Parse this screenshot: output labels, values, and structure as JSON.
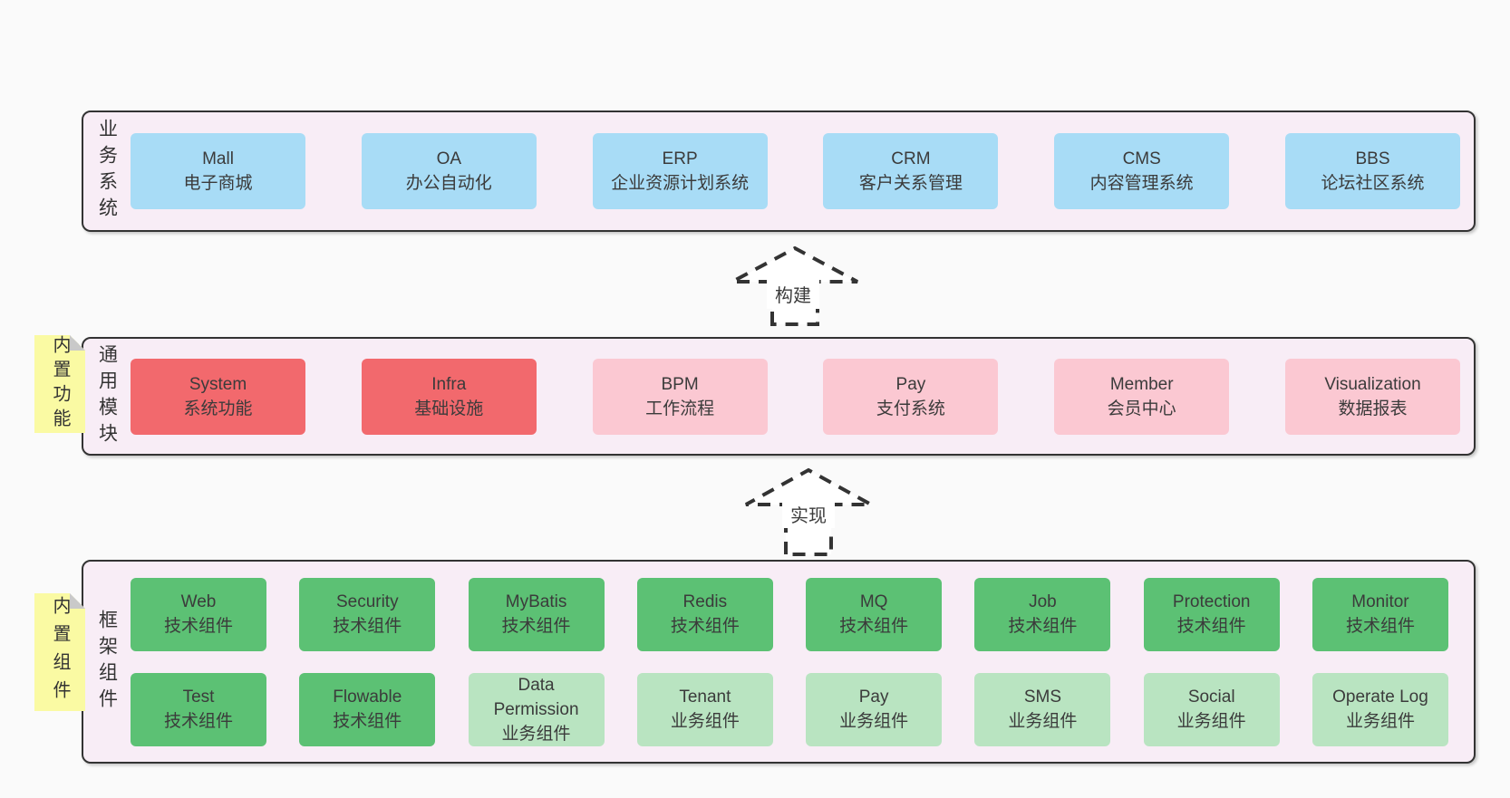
{
  "diagram": {
    "palette": {
      "page_bg": "#fafafa",
      "panel_bg": "#f8edf6",
      "panel_border": "#333333",
      "blue_box": "#a8dcf6",
      "red_box": "#f2696d",
      "pink_box": "#fbc8d2",
      "green_box": "#5cc174",
      "light_green_box": "#b9e4c1",
      "sticky_yellow": "#fafaa3",
      "sticky_fold_gray": "#c9c9c9",
      "text": "#3b3b3b"
    },
    "sections": {
      "business": {
        "label": "业务系统",
        "boxes": [
          {
            "title": "Mall",
            "subtitle": "电子商城"
          },
          {
            "title": "OA",
            "subtitle": "办公自动化"
          },
          {
            "title": "ERP",
            "subtitle": "企业资源计划系统"
          },
          {
            "title": "CRM",
            "subtitle": "客户关系管理"
          },
          {
            "title": "CMS",
            "subtitle": "内容管理系统"
          },
          {
            "title": "BBS",
            "subtitle": "论坛社区系统"
          }
        ]
      },
      "modules": {
        "label": "通用模块",
        "tab": "内置功能",
        "boxes": [
          {
            "title": "System",
            "subtitle": "系统功能"
          },
          {
            "title": "Infra",
            "subtitle": "基础设施"
          },
          {
            "title": "BPM",
            "subtitle": "工作流程"
          },
          {
            "title": "Pay",
            "subtitle": "支付系统"
          },
          {
            "title": "Member",
            "subtitle": "会员中心"
          },
          {
            "title": "Visualization",
            "subtitle": "数据报表"
          }
        ]
      },
      "framework": {
        "label": "框架组件",
        "tab": "内置组件",
        "row1": [
          {
            "title": "Web",
            "subtitle": "技术组件"
          },
          {
            "title": "Security",
            "subtitle": "技术组件"
          },
          {
            "title": "MyBatis",
            "subtitle": "技术组件"
          },
          {
            "title": "Redis",
            "subtitle": "技术组件"
          },
          {
            "title": "MQ",
            "subtitle": "技术组件"
          },
          {
            "title": "Job",
            "subtitle": "技术组件"
          },
          {
            "title": "Protection",
            "subtitle": "技术组件"
          },
          {
            "title": "Monitor",
            "subtitle": "技术组件"
          }
        ],
        "row2": [
          {
            "title": "Test",
            "subtitle": "技术组件"
          },
          {
            "title": "Flowable",
            "subtitle": "技术组件"
          },
          {
            "title": "Data Permission",
            "subtitle": "业务组件"
          },
          {
            "title": "Tenant",
            "subtitle": "业务组件"
          },
          {
            "title": "Pay",
            "subtitle": "业务组件"
          },
          {
            "title": "SMS",
            "subtitle": "业务组件"
          },
          {
            "title": "Social",
            "subtitle": "业务组件"
          },
          {
            "title": "Operate Log",
            "subtitle": "业务组件"
          }
        ]
      }
    },
    "arrows": {
      "build": "构建",
      "implement": "实现"
    }
  }
}
